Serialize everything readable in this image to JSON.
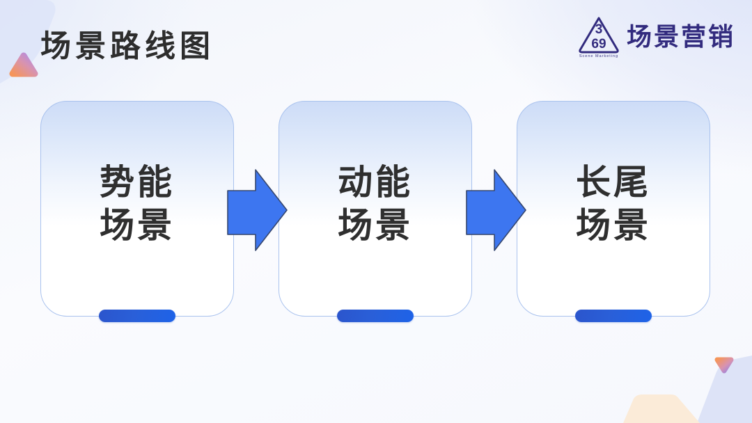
{
  "title": "场景路线图",
  "logo": {
    "digits_top": "3",
    "digits_bottom": "69",
    "tagline": "Scene Marketing",
    "brand": "场景营销"
  },
  "cards": [
    {
      "line1": "势能",
      "line2": "场景"
    },
    {
      "line1": "动能",
      "line2": "场景"
    },
    {
      "line1": "长尾",
      "line2": "场景"
    }
  ],
  "icons": {
    "flow_arrow": "right-block-arrow",
    "logo_mark": "triangle-369-logo",
    "decor_left": "gradient-triangle-up",
    "decor_right": "gradient-triangle-down"
  },
  "colors": {
    "title_text": "#2D2D2D",
    "card_text": "#2F2F2F",
    "card_border": "#A9C2EE",
    "card_gradient_top": "#CDDCF7",
    "pill_blue_dark": "#2B55CC",
    "pill_blue_bright": "#1E63E8",
    "arrow_fill": "#3D76F0",
    "arrow_stroke": "#35466E",
    "brand_purple": "#322B7E",
    "decor_orange": "#F5955A",
    "decor_purple": "#AF8BE6",
    "decor_lavender": "#DEE4F8",
    "decor_peach": "#FBEBD8"
  }
}
